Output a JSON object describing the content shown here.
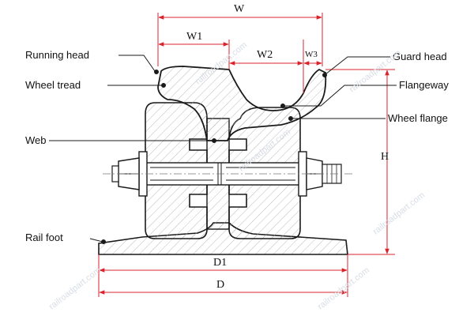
{
  "labels": {
    "running_head": "Running head",
    "wheel_tread": "Wheel tread",
    "web": "Web",
    "rail_foot": "Rail foot",
    "guard_head": "Guard head",
    "flangeway": "Flangeway",
    "wheel_flange": "Wheel flange"
  },
  "dimensions": {
    "w": "W",
    "w1": "W1",
    "w2": "W2",
    "w3": "W3",
    "h": "H",
    "d1": "D1",
    "d": "D"
  },
  "watermark": "railroadpart.com",
  "colors": {
    "outline": "#1a1a1a",
    "dimension": "#d9232d",
    "hatch": "#9a9a9a",
    "watermark": "#d8dde5"
  }
}
